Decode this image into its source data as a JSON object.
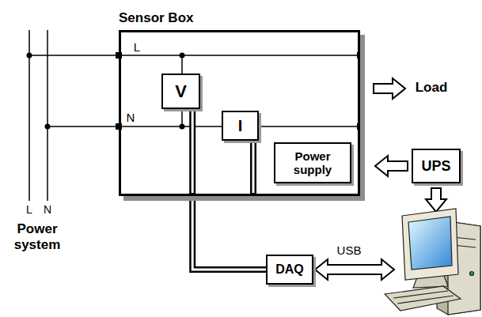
{
  "diagram": {
    "nodes": [
      {
        "text": [
          "Sensor Box"
        ]
      },
      {
        "text": [
          "V"
        ],
        "in": 0
      },
      {
        "text": [
          "I"
        ],
        "in": 0
      },
      {
        "text": [
          "Power supply"
        ],
        "in": 0
      },
      {
        "text": [
          "UPS"
        ]
      },
      {
        "text": [
          "DAQ"
        ]
      }
    ],
    "edges": [
      {
        "from": 1,
        "to": 5,
        "arrow": "none"
      },
      {
        "from": 4,
        "to": 3,
        "arrow": "to"
      }
    ],
    "labels": [
      "L",
      "N",
      "Load",
      "L",
      "N",
      "Power system",
      "USB"
    ]
  }
}
